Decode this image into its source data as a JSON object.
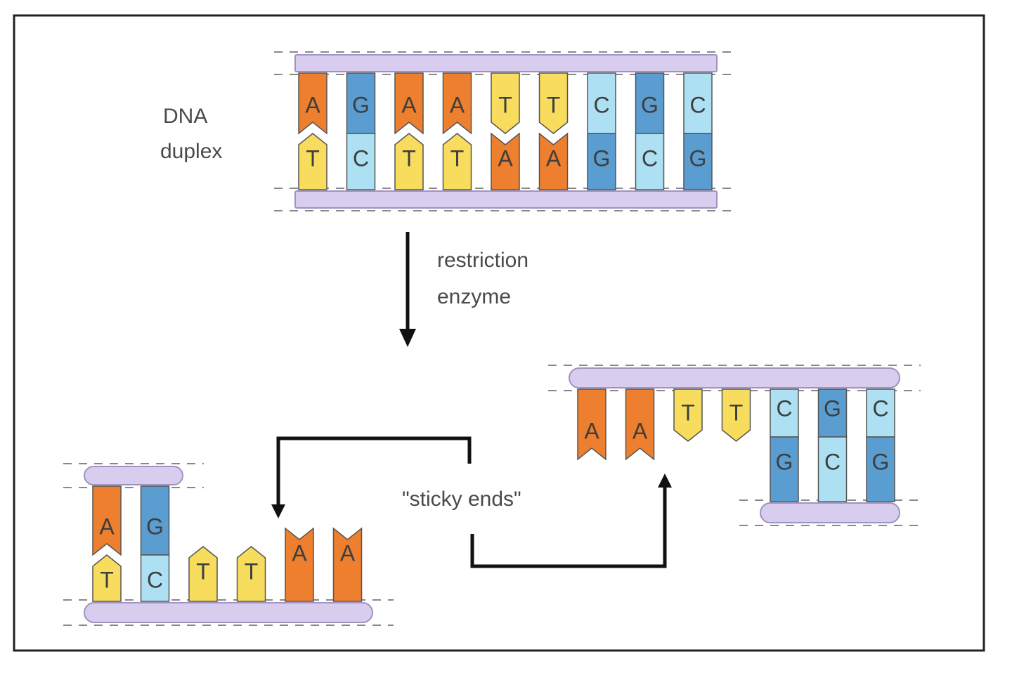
{
  "colors": {
    "A": "#ee7f2f",
    "T": "#f8dc5d",
    "G": "#5a9dd0",
    "C": "#aee0f3",
    "backbone": "#d9cdef",
    "backbone_edge": "#9f93bf",
    "text": "#4a4a4a",
    "arrow": "#111111",
    "frame": "#222222"
  },
  "labels": {
    "duplex_line1": "DNA",
    "duplex_line2": "duplex",
    "enzyme_line1": "restriction",
    "enzyme_line2": "enzyme",
    "sticky_ends": "\"sticky ends\""
  },
  "duplex": {
    "top_strand": [
      "A",
      "G",
      "A",
      "A",
      "T",
      "T",
      "C",
      "G",
      "C"
    ],
    "bottom_strand": [
      "T",
      "C",
      "T",
      "T",
      "A",
      "A",
      "G",
      "C",
      "G"
    ]
  },
  "left_fragment": {
    "paired": [
      {
        "top": "A",
        "bottom": "T"
      },
      {
        "top": "G",
        "bottom": "C"
      }
    ],
    "overhang": [
      "T",
      "T",
      "A",
      "A"
    ]
  },
  "right_fragment": {
    "overhang": [
      "A",
      "A",
      "T",
      "T"
    ],
    "paired": [
      {
        "top": "C",
        "bottom": "G"
      },
      {
        "top": "G",
        "bottom": "C"
      },
      {
        "top": "C",
        "bottom": "G"
      }
    ]
  }
}
